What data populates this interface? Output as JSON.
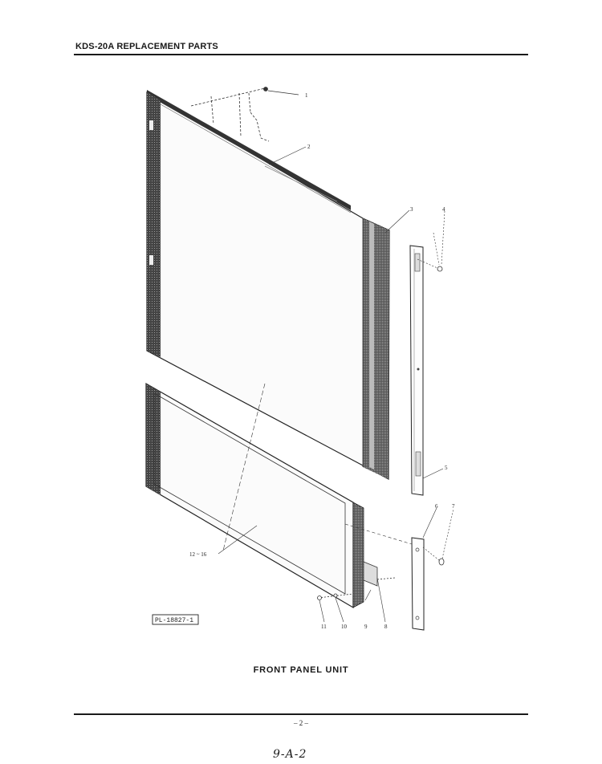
{
  "header": {
    "title": "KDS-20A REPLACEMENT PARTS"
  },
  "figure": {
    "drawing_number": "PL-18827-1",
    "callouts": {
      "c1": "1",
      "c2": "2",
      "c3": "3",
      "c4": "4",
      "c5": "5",
      "c6": "6",
      "c7": "7",
      "c8": "8",
      "c9": "9",
      "c10": "10",
      "c11": "11",
      "c12_16": "12 ~ 16"
    }
  },
  "caption": "FRONT PANEL UNIT",
  "footer": {
    "page_number": "– 2 –",
    "handwritten_note": "9-A-2"
  }
}
